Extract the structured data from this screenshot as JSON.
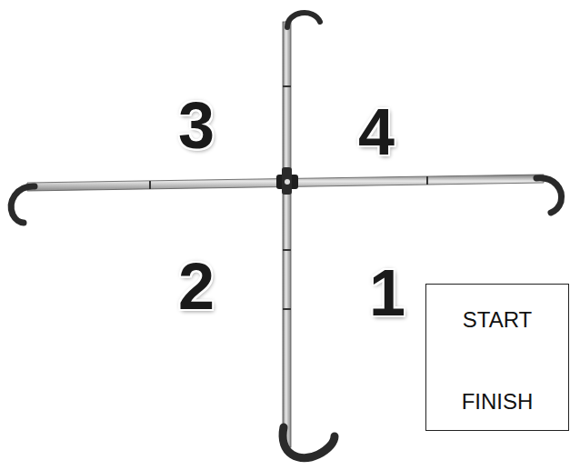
{
  "diagram": {
    "nodes": [
      {
        "text": [
          "START",
          "FINISH"
        ]
      }
    ],
    "edges": [],
    "labels": [
      "3",
      "4",
      "2",
      "1"
    ]
  }
}
